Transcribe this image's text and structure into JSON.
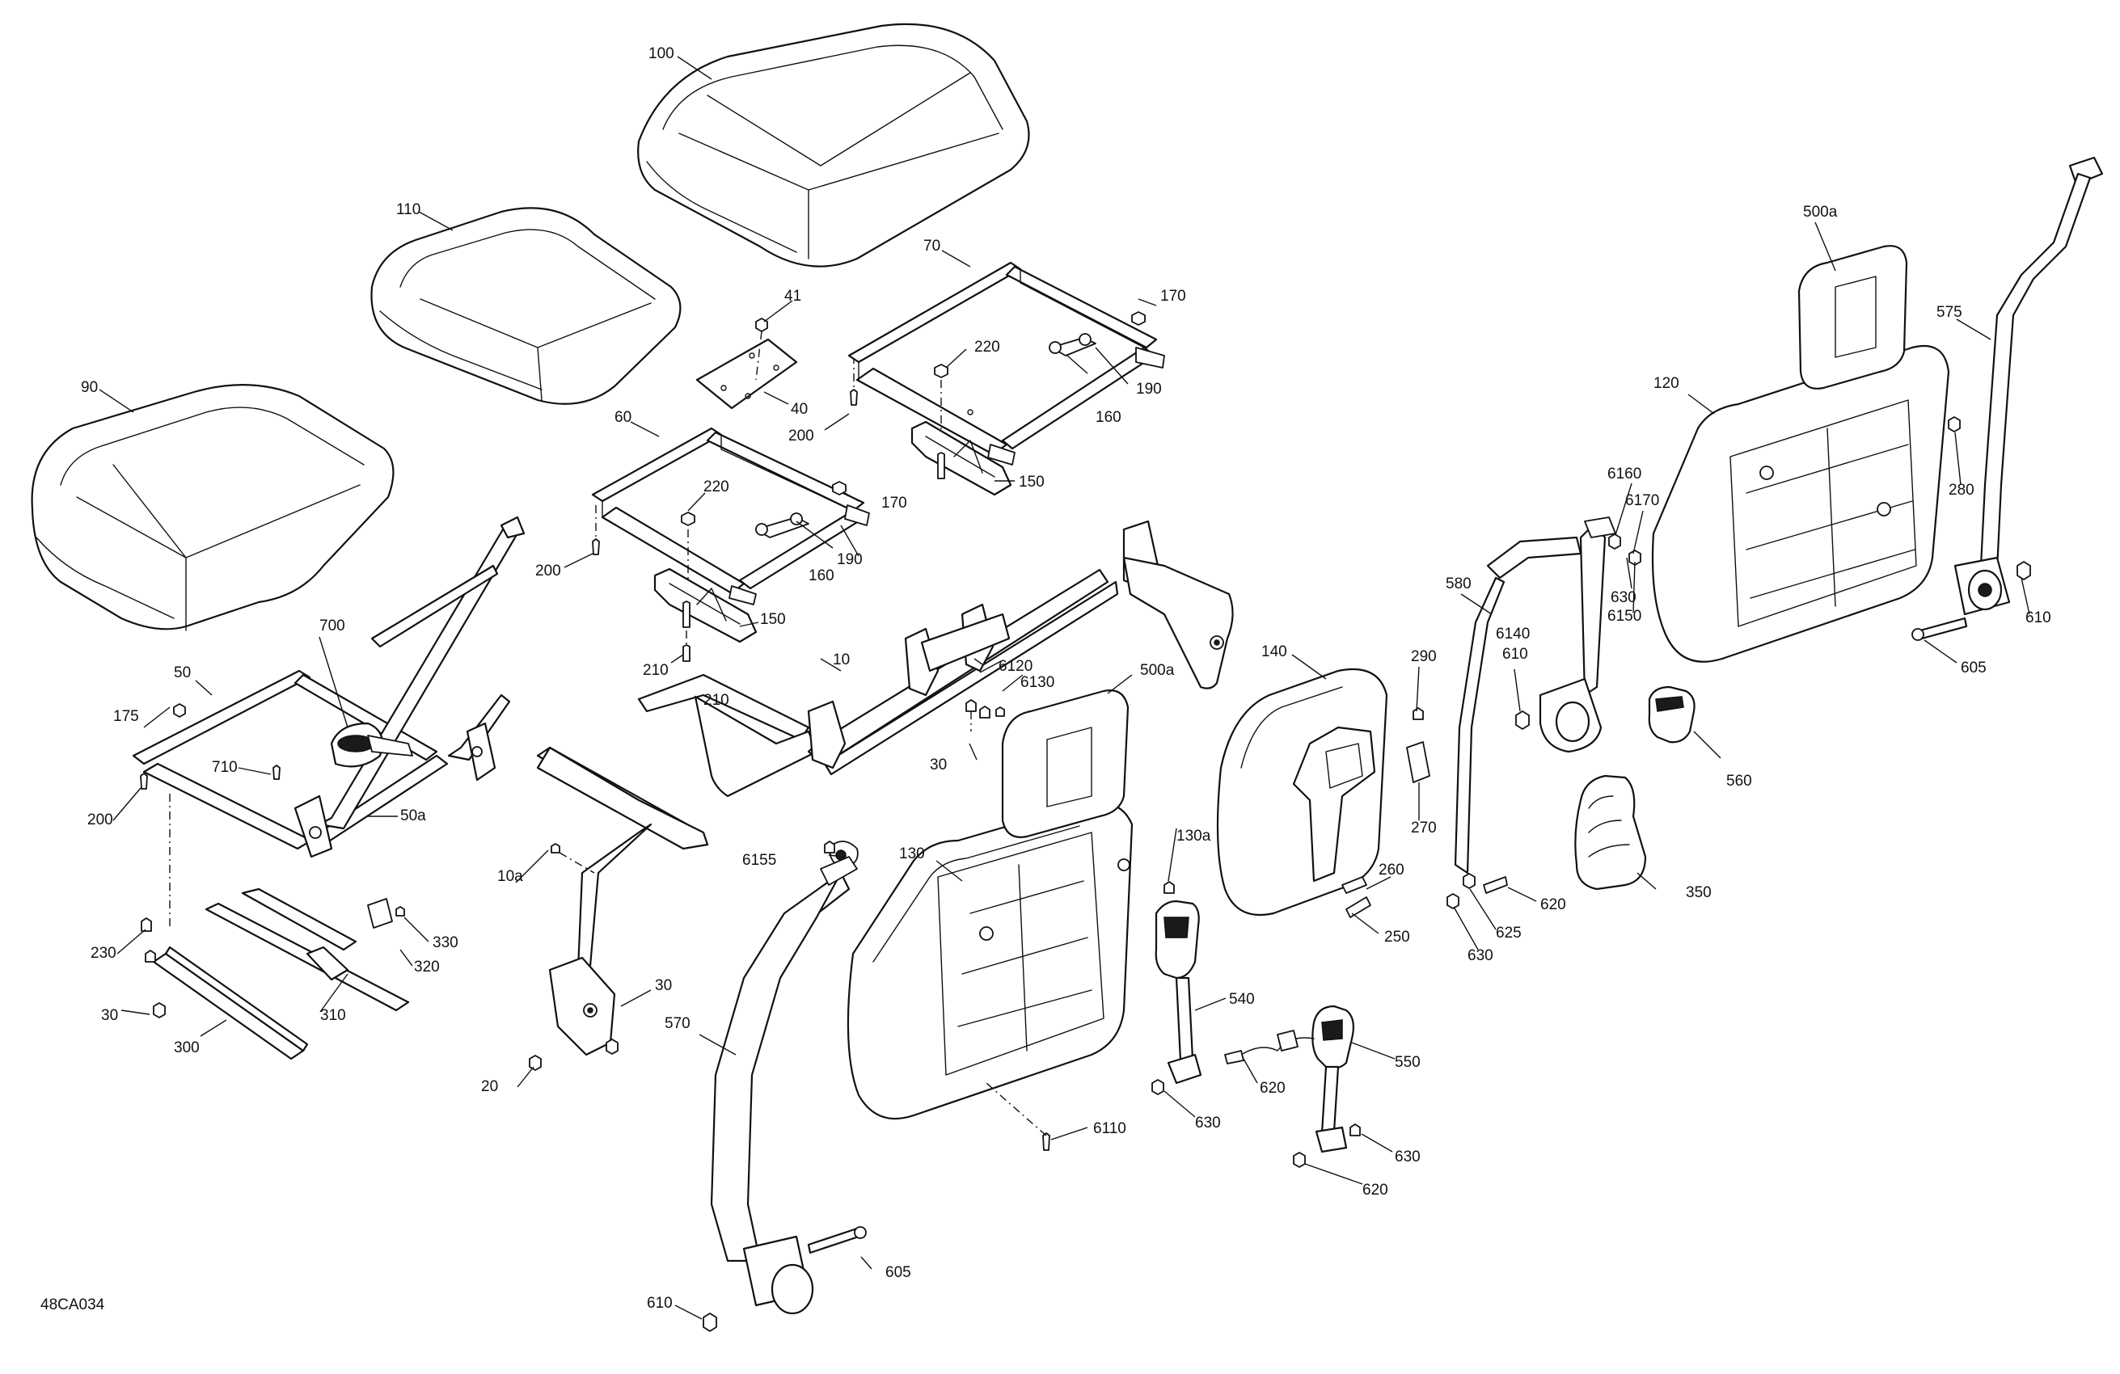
{
  "figure_code": "48CA034",
  "callouts": {
    "c100": "100",
    "c110": "110",
    "c90": "90",
    "c41": "41",
    "c40": "40",
    "c200a": "200",
    "c200b": "200",
    "c200c": "200",
    "c70": "70",
    "c170a": "170",
    "c220a": "220",
    "c160a": "160",
    "c190a": "190",
    "c150a": "150",
    "c60": "60",
    "c220b": "220",
    "c170b": "170",
    "c190b": "190",
    "c160b": "160",
    "c150b": "150",
    "c210a": "210",
    "c210b": "210",
    "c700": "700",
    "c50": "50",
    "c175": "175",
    "c710": "710",
    "c50a": "50a",
    "c230": "230",
    "c30a": "30",
    "c300": "300",
    "c310": "310",
    "c320": "320",
    "c330": "330",
    "c10": "10",
    "c10a": "10a",
    "c30b": "30",
    "c30c": "30",
    "c20": "20",
    "c6120": "6120",
    "c6130": "6130",
    "c500a_mid": "500a",
    "c6155": "6155",
    "c130": "130",
    "c130a": "130a",
    "c570": "570",
    "c605a": "605",
    "c610a": "610",
    "c6110": "6110",
    "c540": "540",
    "c620a": "620",
    "c630a": "630",
    "c550": "550",
    "c630b": "630",
    "c620b": "620",
    "c140": "140",
    "c290": "290",
    "c270": "270",
    "c260": "260",
    "c250": "250",
    "c580": "580",
    "c6140": "6140",
    "c610b": "610",
    "c6160": "6160",
    "c6170": "6170",
    "c630c": "630",
    "c6150": "6150",
    "c620c": "620",
    "c625": "625",
    "c630d": "630",
    "c560": "560",
    "c350": "350",
    "c500a_top": "500a",
    "c120": "120",
    "c575": "575",
    "c280": "280",
    "c610c": "610",
    "c605b": "605"
  }
}
